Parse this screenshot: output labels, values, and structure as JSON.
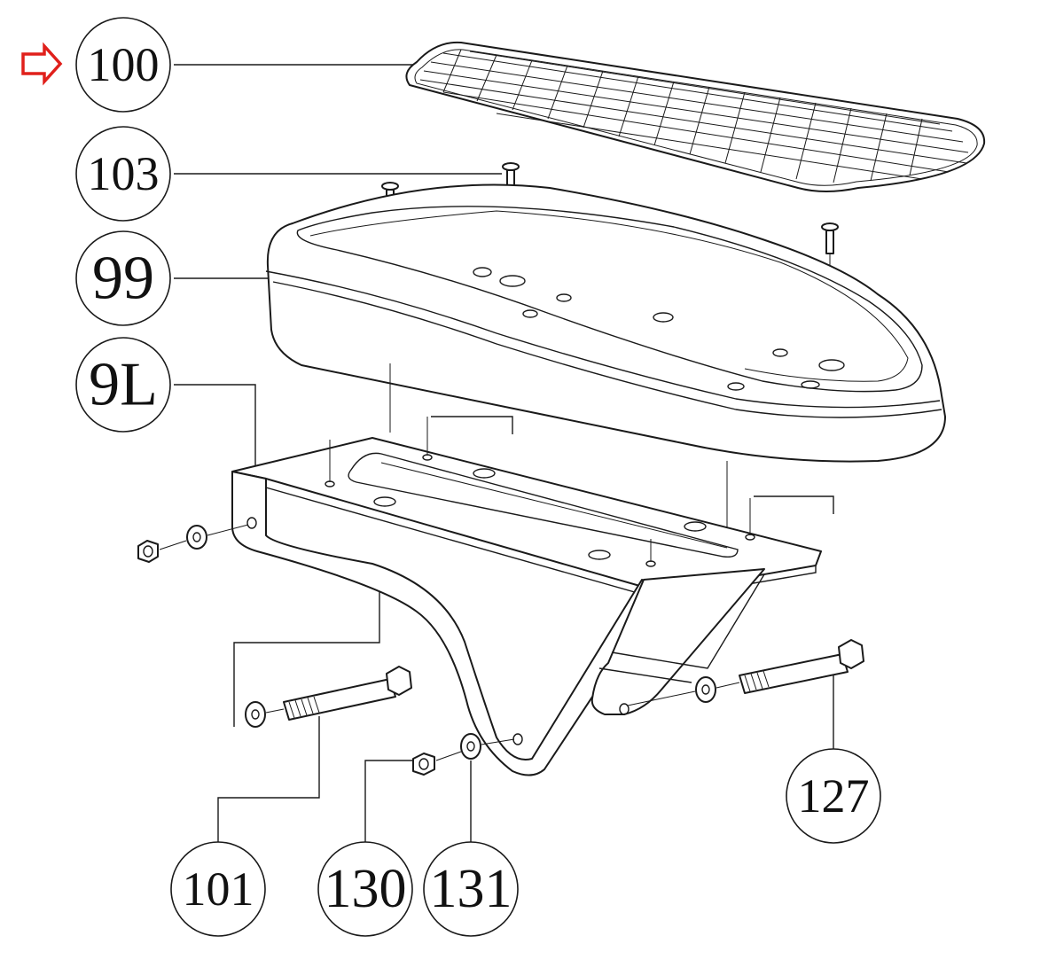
{
  "callouts": [
    {
      "id": "c100",
      "label": "100",
      "highlighted": true
    },
    {
      "id": "c103",
      "label": "103"
    },
    {
      "id": "c99",
      "label": "99"
    },
    {
      "id": "c9L",
      "label": "9L"
    },
    {
      "id": "c101",
      "label": "101"
    },
    {
      "id": "c130",
      "label": "130"
    },
    {
      "id": "c131",
      "label": "131"
    },
    {
      "id": "c127",
      "label": "127"
    }
  ],
  "colors": {
    "line": "#1a1a1a",
    "highlight_arrow": "#e0201b",
    "background": "#ffffff"
  },
  "icons": {
    "selected_marker": "red-outline-arrow-icon"
  }
}
